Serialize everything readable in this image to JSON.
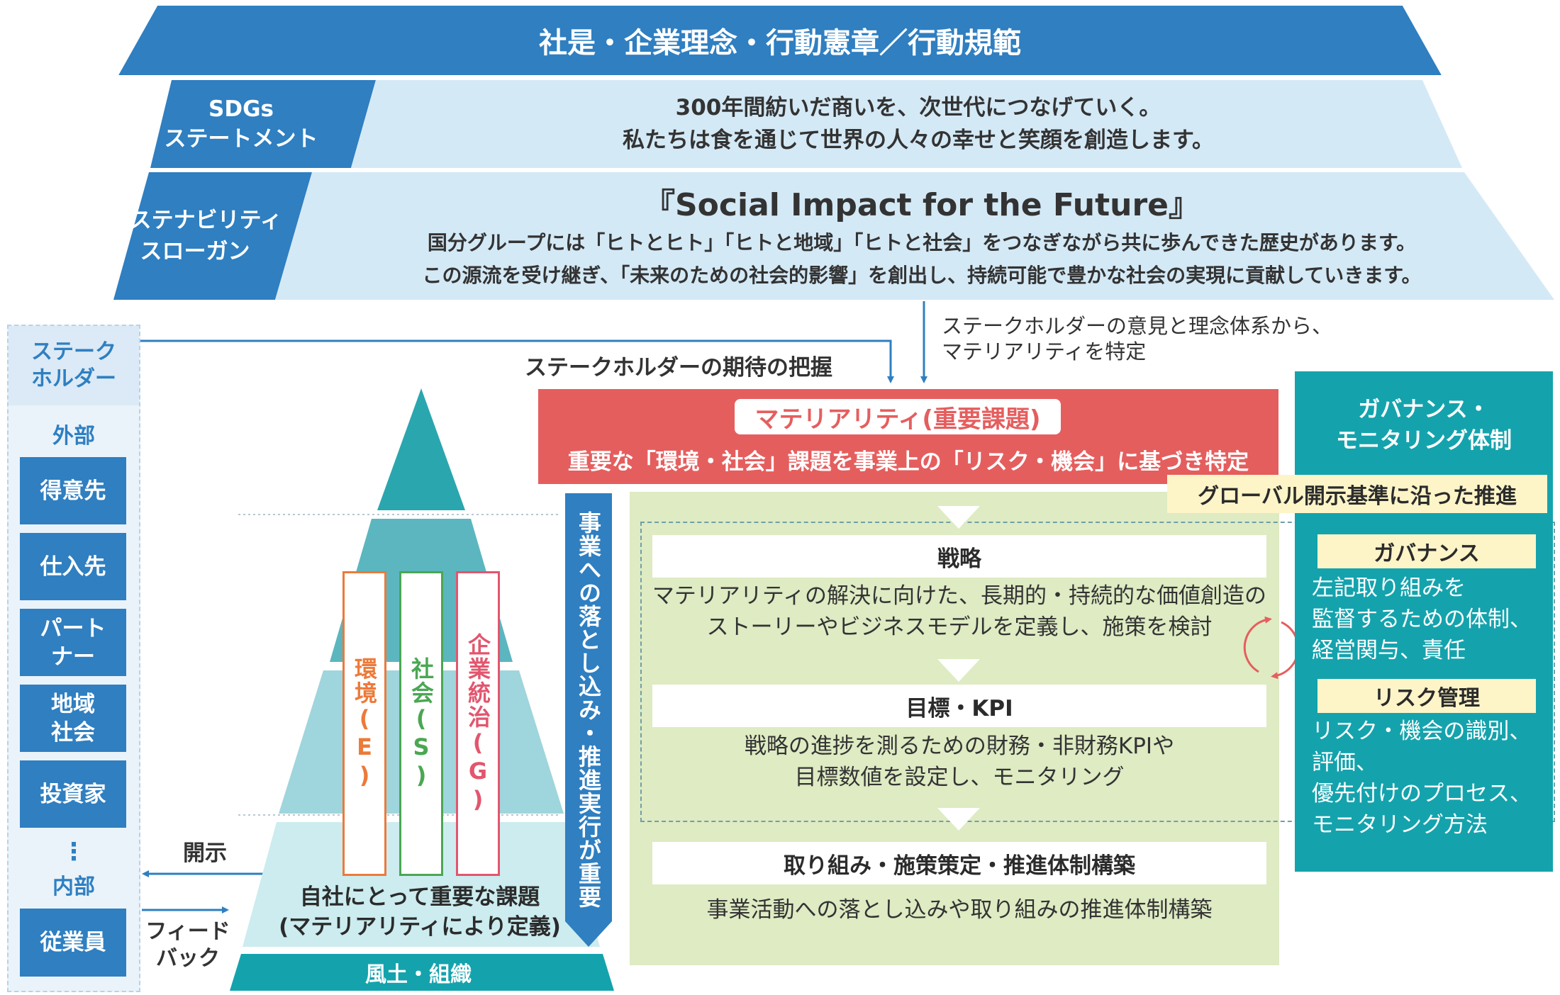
{
  "top": {
    "title": "社是・企業理念・行動憲章／行動規範",
    "sdgs": {
      "label_1": "SDGs",
      "label_2": "ステートメント",
      "line_1": "300年間紡いだ商いを、次世代につなげていく。",
      "line_2": "私たちは食を通じて世界の人々の幸せと笑顔を創造します。"
    },
    "slogan": {
      "label_1": "サステナビリティ",
      "label_2": "スローガン",
      "title": "『Social Impact for the Future』",
      "line_1": "国分グループには「ヒトとヒト」「ヒトと地域」「ヒトと社会」をつなぎながら共に歩んできた歴史があります。",
      "line_2": "この源流を受け継ぎ、「未来のための社会的影響」を創出し、持続可能で豊かな社会の実現に貢献していきます。"
    }
  },
  "flow": {
    "expectation": "ステークホルダーの期待の把握",
    "identify_1": "ステークホルダーの意見と理念体系から、",
    "identify_2": "マテリアリティを特定",
    "disclosure": "開示",
    "feedback_1": "フィード",
    "feedback_2": "バック"
  },
  "stakeholders": {
    "title_1": "ステーク",
    "title_2": "ホルダー",
    "external": "外部",
    "items": [
      "得意先",
      "仕入先",
      "パート",
      "ナー",
      "地域",
      "社会",
      "投資家"
    ],
    "ellipsis": "⋮",
    "internal": "内部",
    "employee": "従業員"
  },
  "pyramid": {
    "pillars": [
      "環境(E)",
      "社会(S)",
      "企業統治(G)"
    ],
    "issue_1": "自社にとって重要な課題",
    "issue_2": "(マテリアリティにより定義)",
    "base": "風土・組織"
  },
  "vertical_bar": "事業への落とし込み・推進実行が重要",
  "materiality": {
    "title": "マテリアリティ(重要課題)",
    "subtitle": "重要な「環境・社会」課題を事業上の「リスク・機会」に基づき特定"
  },
  "global": "グローバル開示基準に沿った推進",
  "steps": [
    {
      "title": "戦略",
      "line_1": "マテリアリティの解決に向けた、長期的・持続的な価値創造の",
      "line_2": "ストーリーやビジネスモデルを定義し、施策を検討"
    },
    {
      "title": "目標・KPI",
      "line_1": "戦略の進捗を測るための財務・非財務KPIや",
      "line_2": "目標数値を設定し、モニタリング"
    },
    {
      "title": "取り組み・施策策定・推進体制構築",
      "line_1": "事業活動への落とし込みや取り組みの推進体制構築"
    }
  ],
  "governance": {
    "title_1": "ガバナンス・",
    "title_2": "モニタリング体制",
    "gov_title": "ガバナンス",
    "gov_1": "左記取り組みを",
    "gov_2": "監督するための体制、",
    "gov_3": "経営関与、責任",
    "risk_title": "リスク管理",
    "risk_1": "リスク・機会の識別、評価、",
    "risk_2": "優先付けのプロセス、",
    "risk_3": "モニタリング方法"
  },
  "colors": {
    "dark_blue": "#2f7fc1",
    "light_blue": "#d4e9f6",
    "red": "#e55e5e",
    "green_bg": "#deebc3",
    "teal": "#14a3ad",
    "pyramid_teal": "#47aeb8",
    "env": "#ec7a3a",
    "soc": "#4aa753",
    "gov": "#e2566e"
  }
}
